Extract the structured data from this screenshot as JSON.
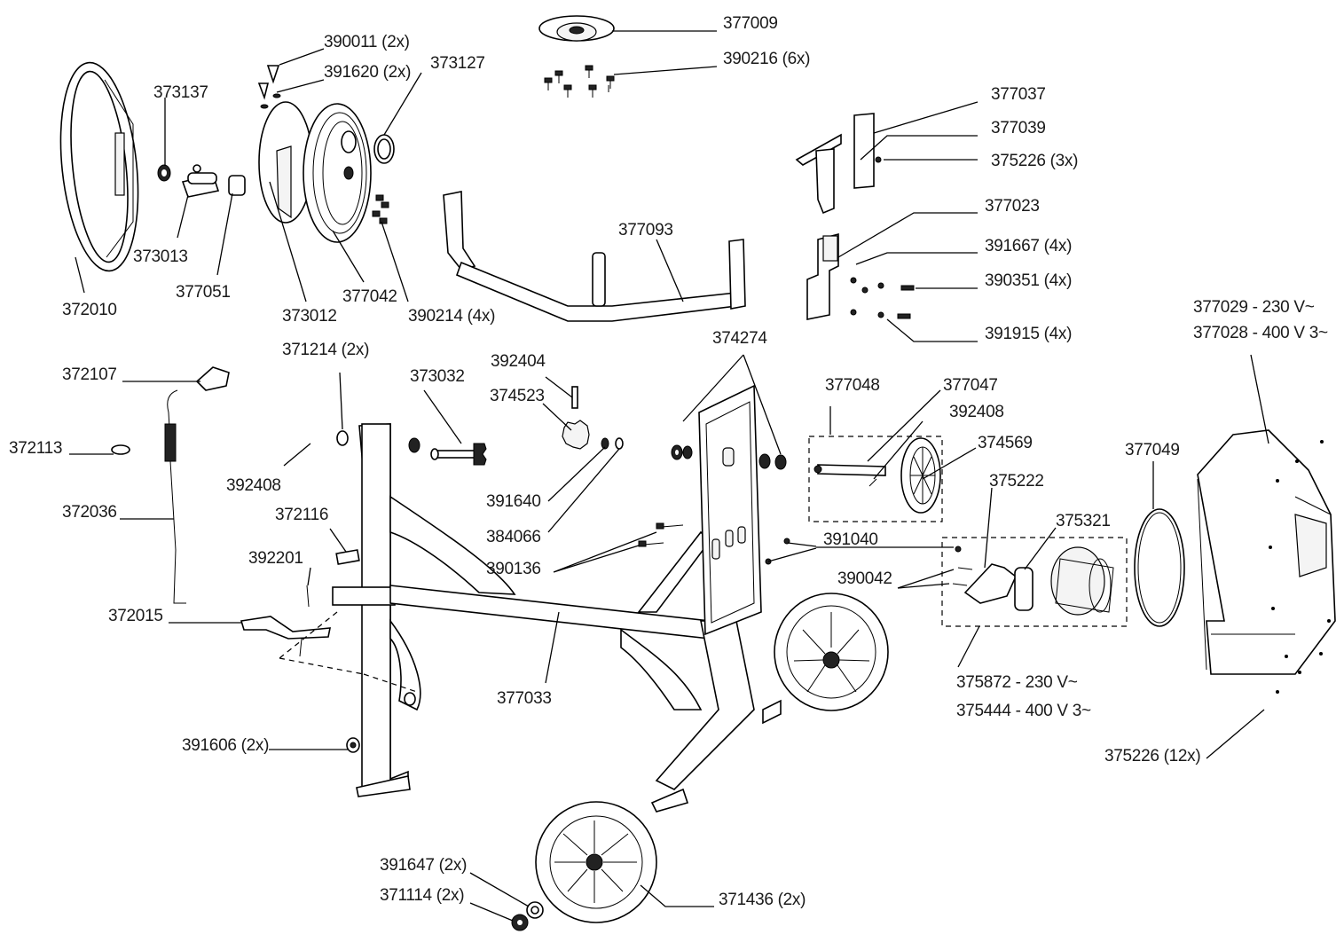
{
  "labels": {
    "p377009": "377009",
    "p390216": "390216 (6x)",
    "p390011": "390011 (2x)",
    "p391620": "391620 (2x)",
    "p373127": "373127",
    "p373137": "373137",
    "p373013": "373013",
    "p377051": "377051",
    "p372010": "372010",
    "p373012": "373012",
    "p377042": "377042",
    "p390214": "390214 (4x)",
    "p377093": "377093",
    "p377037": "377037",
    "p377039": "377039",
    "p375226a": "375226 (3x)",
    "p377023": "377023",
    "p391667": "391667 (4x)",
    "p390351": "390351 (4x)",
    "p391915": "391915 (4x)",
    "p377029": "377029 - 230 V~",
    "p377028": "377028 - 400 V 3~",
    "p371214": "371214 (2x)",
    "p374274": "374274",
    "p372107": "372107",
    "p373032": "373032",
    "p392404": "392404",
    "p374523": "374523",
    "p372113": "372113",
    "p392408a": "392408",
    "p391640": "391640",
    "p384066": "384066",
    "p390136": "390136",
    "p372036": "372036",
    "p372116": "372116",
    "p392201": "392201",
    "p372015": "372015",
    "p377033": "377033",
    "p391606": "391606 (2x)",
    "p377048": "377048",
    "p377047": "377047",
    "p392408b": "392408",
    "p374569": "374569",
    "p375222": "375222",
    "p375321": "375321",
    "p377049": "377049",
    "p391040": "391040",
    "p390042": "390042",
    "p375872": "375872 - 230 V~",
    "p375444": "375444 - 400 V 3~",
    "p375226b": "375226 (12x)",
    "p391647": "391647 (2x)",
    "p371114": "371114 (2x)",
    "p371436": "371436 (2x)"
  }
}
